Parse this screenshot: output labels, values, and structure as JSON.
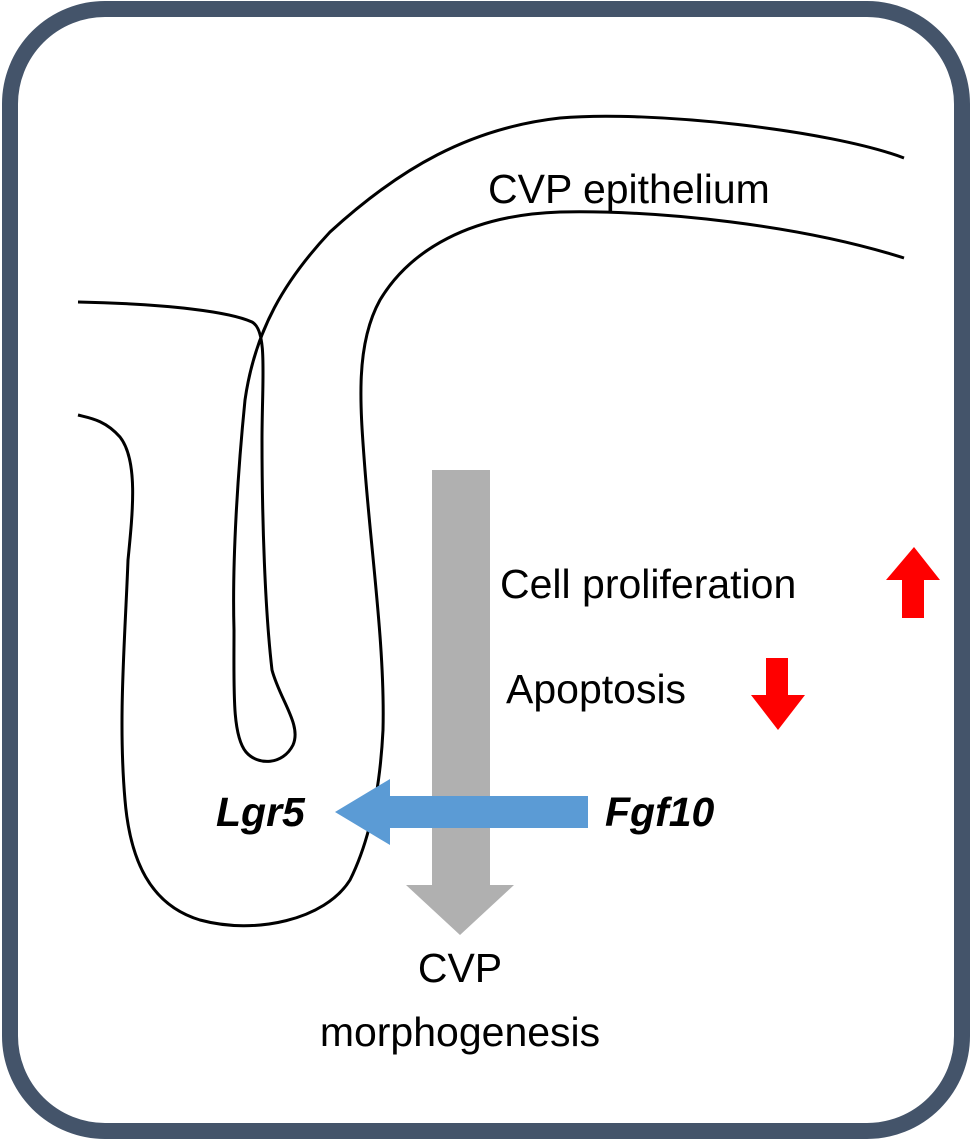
{
  "labels": {
    "epithelium": "CVP epithelium",
    "proliferation": "Cell proliferation",
    "apoptosis": "Apoptosis",
    "gene_target": "Lgr5",
    "gene_source": "Fgf10",
    "outcome_line1": "CVP",
    "outcome_line2": "morphogenesis"
  },
  "indicators": {
    "proliferation_arrow": "up-arrow-icon",
    "apoptosis_arrow": "down-arrow-icon"
  },
  "colors": {
    "frame_border": "#44546A",
    "outline": "#000000",
    "process_arrow": "#B0B0B0",
    "signal_arrow": "#5B9BD5",
    "change_arrow": "#FF0000"
  }
}
